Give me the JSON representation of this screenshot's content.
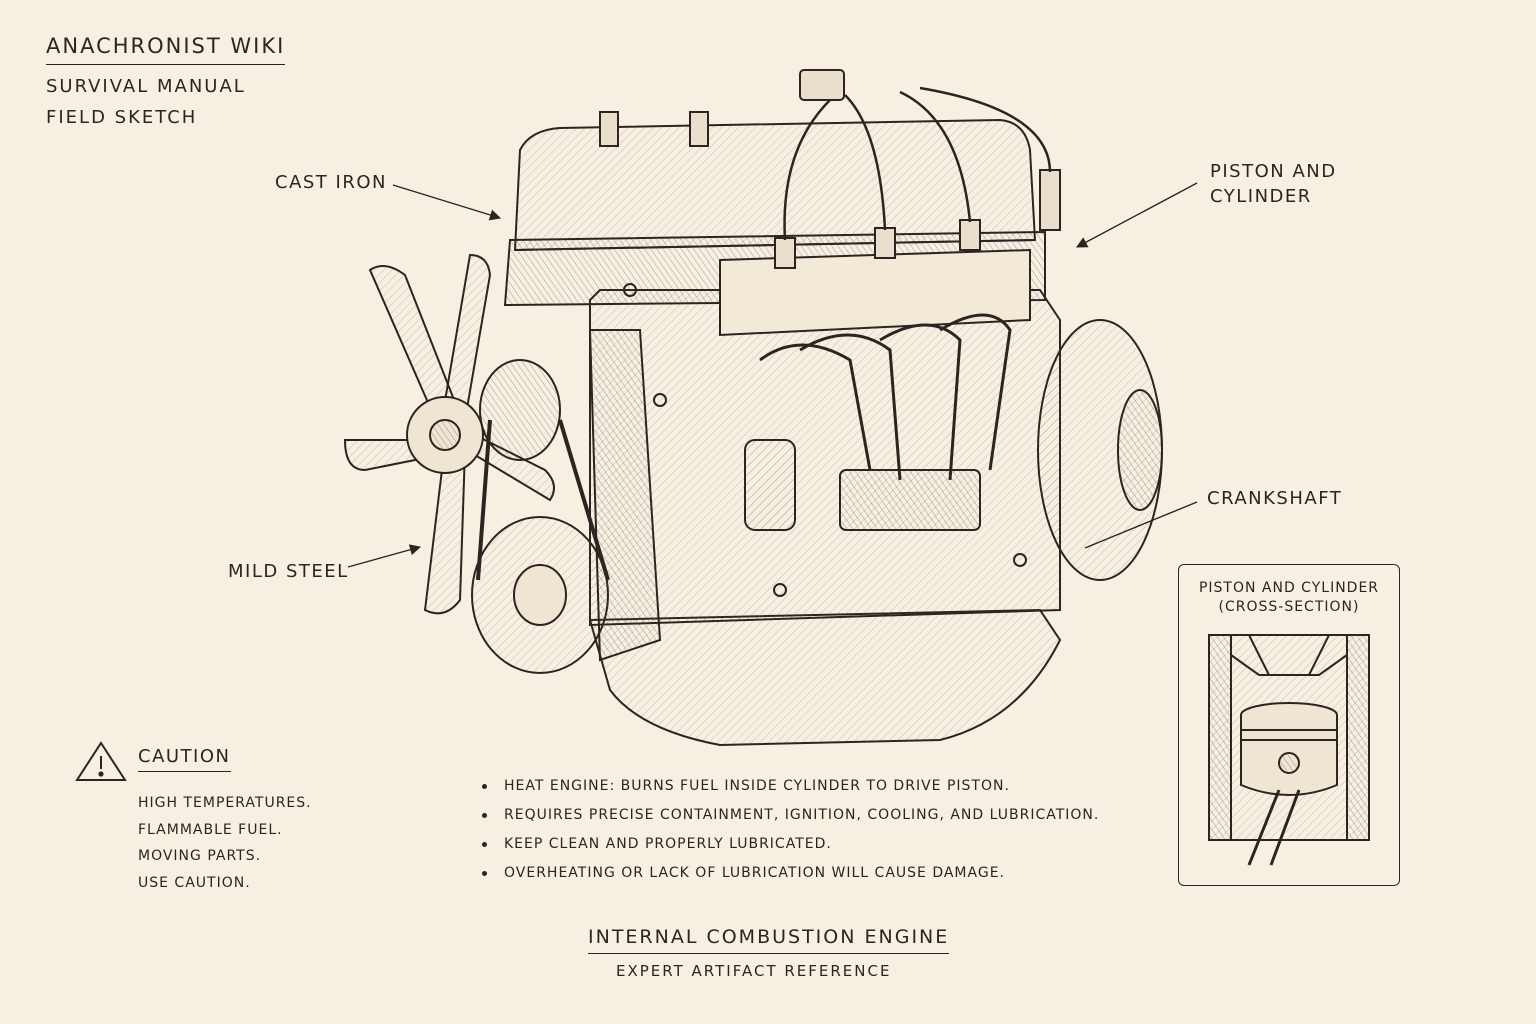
{
  "header": {
    "title": "ANACHRONIST WIKI",
    "line1": "SURVIVAL MANUAL",
    "line2": "FIELD SKETCH"
  },
  "callouts": {
    "cast_iron": "CAST IRON",
    "mild_steel": "MILD STEEL",
    "piston_and_cylinder": [
      "PISTON AND",
      "CYLINDER"
    ],
    "crankshaft": "CRANKSHAFT"
  },
  "inset": {
    "title": "PISTON AND CYLINDER",
    "subtitle": "(CROSS-SECTION)"
  },
  "caution": {
    "title": "CAUTION",
    "icon": "warning-triangle-icon",
    "lines": [
      "HIGH TEMPERATURES.",
      "FLAMMABLE FUEL.",
      "MOVING PARTS.",
      "USE CAUTION."
    ]
  },
  "bullets": [
    "HEAT ENGINE: BURNS FUEL INSIDE CYLINDER TO DRIVE PISTON.",
    "REQUIRES PRECISE CONTAINMENT, IGNITION, COOLING, AND LUBRICATION.",
    "KEEP CLEAN AND PROPERLY LUBRICATED.",
    "OVERHEATING OR LACK OF LUBRICATION WILL CAUSE DAMAGE."
  ],
  "footer": {
    "title": "INTERNAL COMBUSTION ENGINE",
    "subtitle": "EXPERT ARTIFACT REFERENCE"
  }
}
